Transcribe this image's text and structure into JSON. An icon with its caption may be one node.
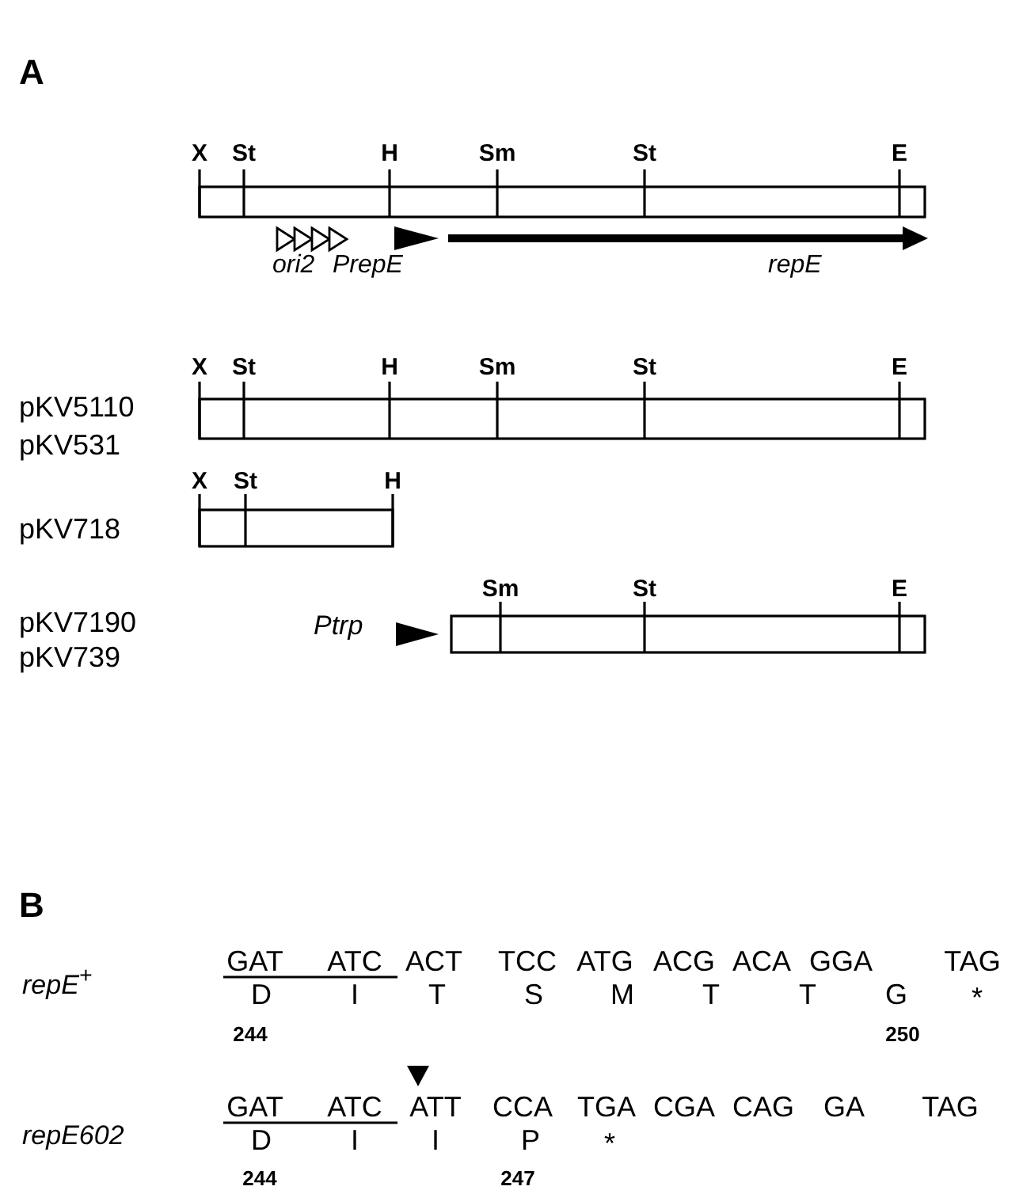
{
  "diagram": {
    "labels": [
      "A",
      "X",
      "St",
      "H",
      "Sm",
      "St",
      "E",
      "ori2",
      "PrepE",
      "repE",
      "pKV5110",
      "pKV531",
      "X",
      "St",
      "H",
      "Sm",
      "St",
      "E",
      "X",
      "St",
      "H",
      "pKV718",
      "Sm",
      "St",
      "E",
      "pKV7190",
      "Ptrp",
      "pKV739",
      "B",
      "GAT",
      "ATC",
      "ACT",
      "TCC",
      "ATG",
      "ACG",
      "ACA",
      "GGA",
      "TAG",
      "*repE*$^{+}$",
      "D",
      "I",
      "T",
      "S",
      "M",
      "T",
      "T",
      "G",
      "*",
      "244",
      "250",
      "GAT",
      "ATC",
      "ATT",
      "CCA",
      "TGA",
      "CGA",
      "CAG",
      "GA",
      "TAG",
      "repE602",
      "D",
      "I",
      "I",
      "P",
      "*",
      "244",
      "247"
    ]
  }
}
